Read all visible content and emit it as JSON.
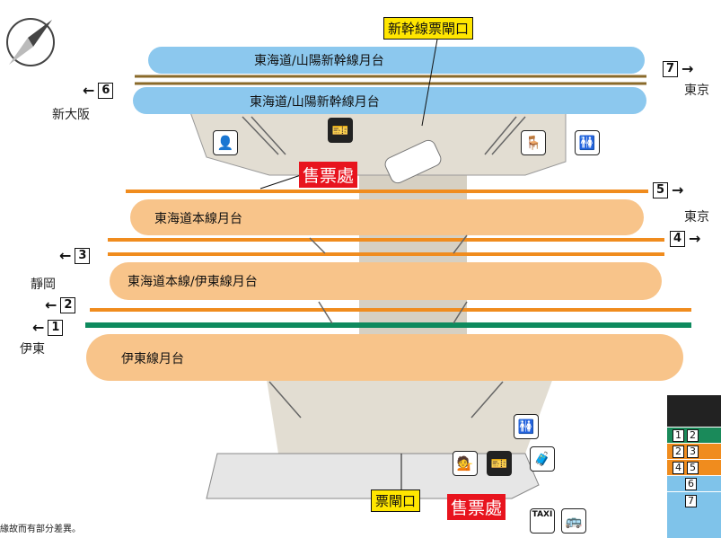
{
  "exits": {
    "shinkansen_gate": "新幹線票閘口",
    "ticket_gate": "票閘口"
  },
  "ticket_office": {
    "upper": "售票處",
    "lower": "售票處"
  },
  "platforms": {
    "shinkansen_top": "東海道/山陽新幹線月台",
    "shinkansen_bottom": "東海道/山陽新幹線月台",
    "tokaido": "東海道本線月台",
    "tokaido_ito": "東海道本線/伊東線月台",
    "ito": "伊東線月台"
  },
  "tracks": [
    {
      "num": "7",
      "dir": "→",
      "dest": "東京"
    },
    {
      "num": "6",
      "dir": "←",
      "dest": "新大阪"
    },
    {
      "num": "5",
      "dir": "→",
      "dest": "東京"
    },
    {
      "num": "4",
      "dir": "→",
      "dest": ""
    },
    {
      "num": "3",
      "dir": "←",
      "dest": "靜岡"
    },
    {
      "num": "2",
      "dir": "←",
      "dest": ""
    },
    {
      "num": "1",
      "dir": "←",
      "dest": "伊東"
    }
  ],
  "legend": [
    {
      "nums": [
        "1",
        "2"
      ],
      "color": "#1a8a5a"
    },
    {
      "nums": [
        "2",
        "3"
      ],
      "color": "#f08c1e"
    },
    {
      "nums": [
        "4",
        "5"
      ],
      "color": "#f08c1e"
    },
    {
      "nums": [
        "6"
      ],
      "color": "#7fc3ea"
    },
    {
      "nums": [
        "7"
      ],
      "color": "#7fc3ea"
    }
  ],
  "icons": {
    "taxi": "TAXI"
  },
  "note": "緣故而有部分差異。",
  "colors": {
    "shinkansen": "#8cc8ee",
    "conventional": "#f8c48a",
    "orange_line": "#f08c1e",
    "green_line": "#0e8a5e",
    "shinkansen_line": "#8a6a2a",
    "concourse": "#e2ddd2"
  }
}
